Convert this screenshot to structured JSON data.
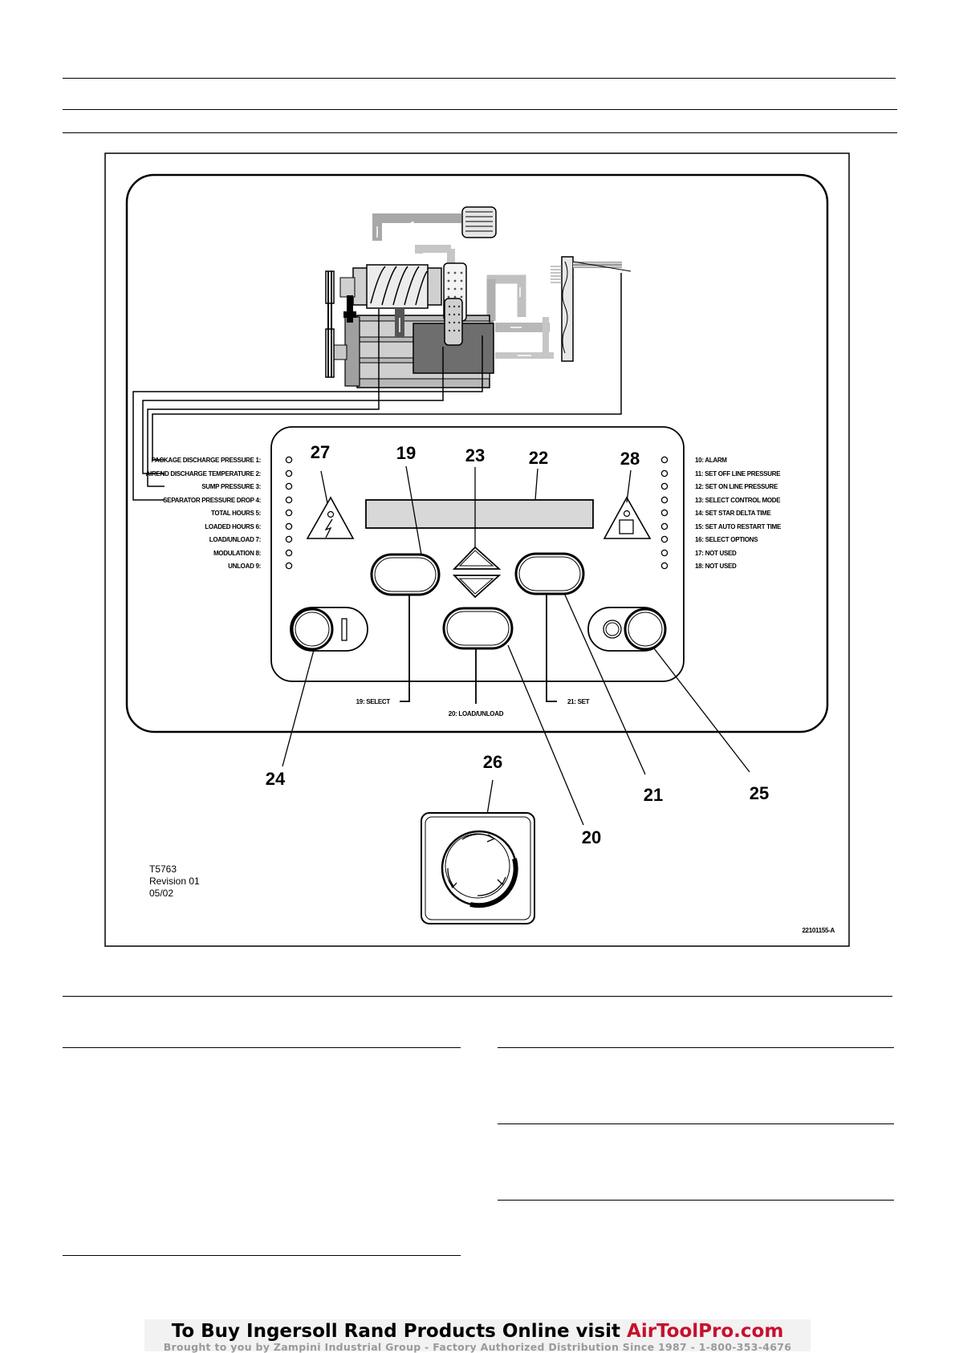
{
  "left_indicators": [
    "PACKAGE DISCHARGE PRESSURE  1:",
    "AIREND DISCHARGE TEMPERATURE  2:",
    "SUMP PRESSURE  3:",
    "SEPARATOR PRESSURE DROP  4:",
    "TOTAL HOURS  5:",
    "LOADED HOURS  6:",
    "LOAD/UNLOAD  7:",
    "MODULATION  8:",
    "UNLOAD  9:"
  ],
  "right_indicators": [
    "10:  ALARM",
    "11:  SET OFF LINE PRESSURE",
    "12:  SET ON LINE PRESSURE",
    "13:  SELECT CONTROL MODE",
    "14:  SET STAR DELTA TIME",
    "15:  SET AUTO RESTART TIME",
    "16:  SELECT OPTIONS",
    "17:  NOT USED",
    "18:  NOT USED"
  ],
  "button_labels": {
    "select": "19:  SELECT",
    "load_unload": "20:  LOAD/UNLOAD",
    "set": "21:  SET"
  },
  "callouts": {
    "c19": "19",
    "c20": "20",
    "c21": "21",
    "c22": "22",
    "c23": "23",
    "c24": "24",
    "c25": "25",
    "c26": "26",
    "c27": "27",
    "c28": "28"
  },
  "revision": {
    "line1": "T5763",
    "line2": "Revision 01",
    "line3": "05/02"
  },
  "drawing_number": "22101155-A",
  "footer": {
    "main_prefix": "To Buy Ingersoll Rand Products Online visit ",
    "brand": "AirToolPro.com",
    "sub": "Brought to you by Zampini Industrial Group  -  Factory Authorized Distribution Since 1987  -  1-800-353-4676"
  },
  "colors": {
    "brand_red": "#c8102e",
    "schematic_grey": "#808080",
    "display_grey": "#d8d8d8"
  }
}
